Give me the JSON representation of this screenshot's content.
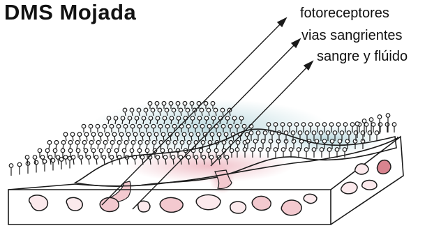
{
  "title": "DMS Mojada",
  "labels": {
    "photoreceptors": "fotoreceptores",
    "blood_vessels": "vias sangrientes",
    "blood_fluid": "sangre y flúido"
  },
  "colors": {
    "ink": "#1a1a1a",
    "photoreceptor_tint": "#a9cfd6",
    "fluid_tint": "#e9a4b0",
    "vessel_fill": "#f3c9cf",
    "vessel_dark": "#d8848f"
  }
}
